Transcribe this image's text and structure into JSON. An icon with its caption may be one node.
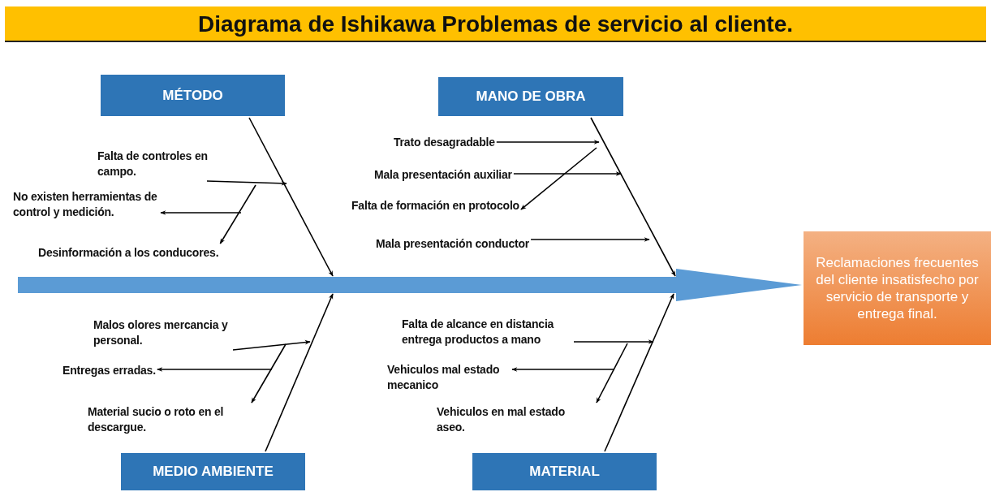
{
  "diagram": {
    "title": "Diagrama de Ishikawa Problemas de servicio al cliente.",
    "nodes": [
      {
        "text": [
          "MÉTODO"
        ]
      },
      {
        "text": [
          "MANO DE OBRA"
        ]
      },
      {
        "text": [
          "MEDIO AMBIENTE"
        ]
      },
      {
        "text": [
          "MATERIAL"
        ]
      },
      {
        "text": [
          "Reclamaciones frecuentes del cliente insatisfecho por servicio de transporte y entrega final."
        ]
      },
      {
        "text": [
          "Falta de controles en campo."
        ]
      },
      {
        "text": [
          "No existen herramientas de control y medición."
        ]
      },
      {
        "text": [
          "Desinformación a los conducores."
        ]
      },
      {
        "text": [
          "Trato desagradable"
        ]
      },
      {
        "text": [
          "Mala presentación auxiliar"
        ]
      },
      {
        "text": [
          "Falta de formación en protocolo"
        ]
      },
      {
        "text": [
          "Mala presentación conductor"
        ]
      },
      {
        "text": [
          "Malos olores mercancia y personal."
        ]
      },
      {
        "text": [
          "Entregas erradas."
        ]
      },
      {
        "text": [
          "Material sucio o roto en el descargue."
        ]
      },
      {
        "text": [
          "Falta de alcance en distancia entrega productos a mano"
        ]
      },
      {
        "text": [
          "Vehiculos mal estado mecanico"
        ]
      },
      {
        "text": [
          "Vehiculos en mal estado aseo."
        ]
      }
    ],
    "edges": [
      {
        "from": null,
        "to": 4,
        "arrow": "to",
        "style": "thick",
        "color": "#5b9bd5"
      },
      {
        "from": 0,
        "to": null,
        "arrow": "to"
      },
      {
        "from": 1,
        "to": null,
        "arrow": "to"
      },
      {
        "from": 2,
        "to": null,
        "arrow": "to"
      },
      {
        "from": 3,
        "to": null,
        "arrow": "to"
      },
      {
        "from": 5,
        "to": null,
        "arrow": "to"
      },
      {
        "from": null,
        "to": 6,
        "arrow": "to"
      },
      {
        "from": null,
        "to": 7,
        "arrow": "to"
      },
      {
        "from": 8,
        "to": null,
        "arrow": "to"
      },
      {
        "from": 9,
        "to": null,
        "arrow": "to"
      },
      {
        "from": null,
        "to": 10,
        "arrow": "to"
      },
      {
        "from": 11,
        "to": null,
        "arrow": "to"
      },
      {
        "from": 12,
        "to": null,
        "arrow": "to"
      },
      {
        "from": null,
        "to": 13,
        "arrow": "to"
      },
      {
        "from": null,
        "to": 14,
        "arrow": "to"
      },
      {
        "from": 15,
        "to": null,
        "arrow": "to"
      },
      {
        "from": null,
        "to": 16,
        "arrow": "to"
      },
      {
        "from": null,
        "to": 17,
        "arrow": "to"
      }
    ]
  }
}
